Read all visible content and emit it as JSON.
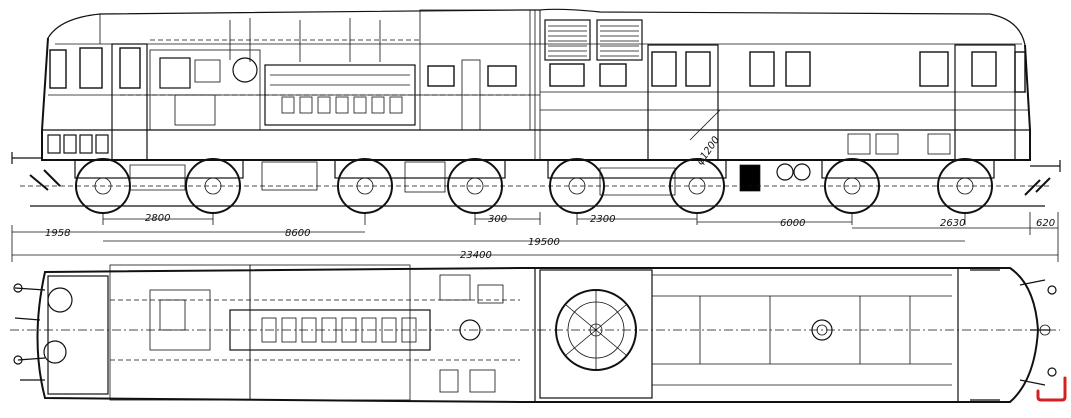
{
  "title": "",
  "dimensions": {
    "d1958": "1958",
    "d2800": "2800",
    "d8600": "8600",
    "d300": "300",
    "d2300": "2300",
    "d6000": "6000",
    "d2630": "2630",
    "d620": "620",
    "d19500": "19500",
    "d23400": "23400",
    "wheel_diameter": "φ1200"
  },
  "colors": {
    "line": "#111111",
    "background": "#ffffff",
    "annotation_mark": "#d42020"
  },
  "annotation": {
    "shape": "red-bracket",
    "position": "bottom-right"
  }
}
